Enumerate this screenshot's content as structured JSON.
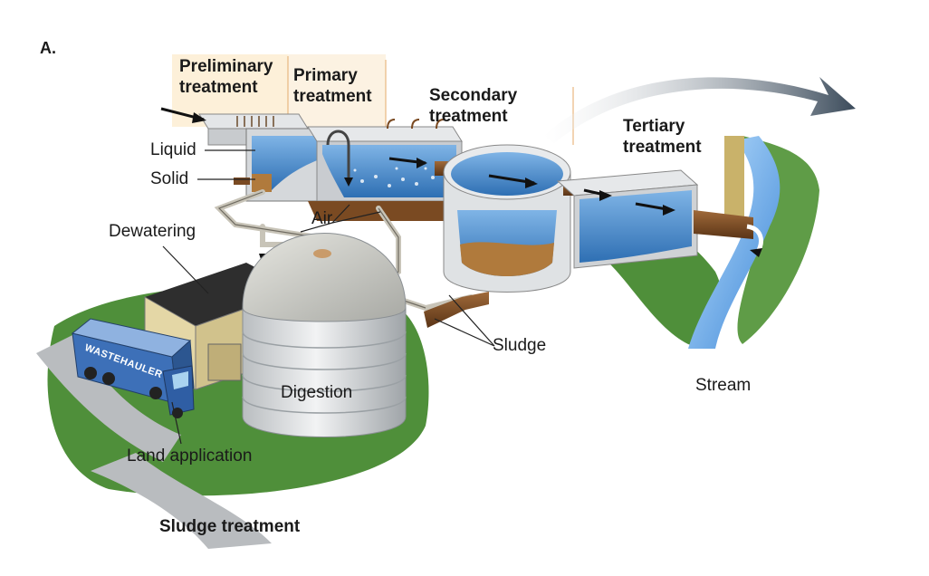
{
  "panel_label": "A.",
  "stages": {
    "preliminary": "Preliminary treatment",
    "primary": "Primary treatment",
    "secondary": "Secondary treatment",
    "tertiary": "Tertiary treatment"
  },
  "labels": {
    "liquid": "Liquid",
    "solid": "Solid",
    "air": "Air",
    "dewatering": "Dewatering",
    "sludge": "Sludge",
    "digestion": "Digestion",
    "stream": "Stream",
    "land_application": "Land application",
    "sludge_treatment": "Sludge treatment"
  },
  "truck_text": "WASTEHAULER",
  "colors": {
    "water": "#3d7fc0",
    "sludge": "#b07a3c",
    "pipe": "#7a4a22",
    "grass": "#4f8f3a",
    "concrete": "#d9dcdf",
    "stage_band": "#fdf0d9"
  }
}
